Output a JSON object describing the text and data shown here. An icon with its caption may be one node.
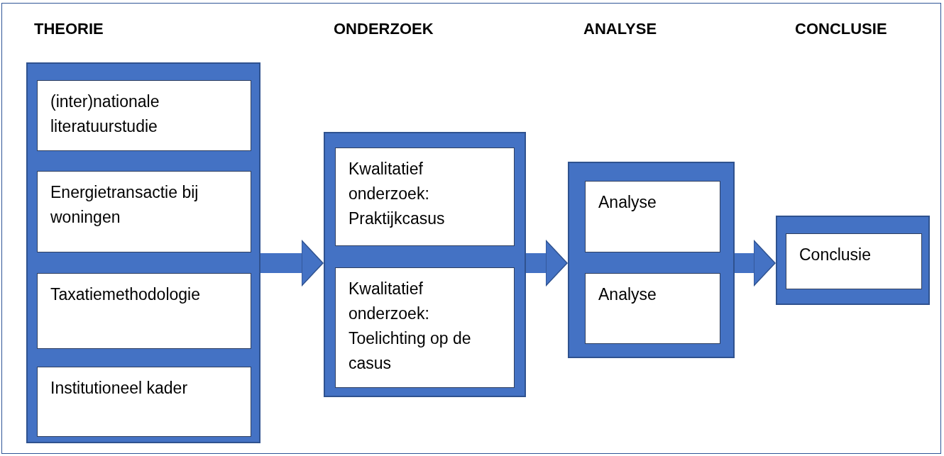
{
  "diagram": {
    "nodes": [
      {
        "text": [],
        "shape": "box"
      },
      {
        "text": [
          "(inter)nationale literatuurstudie"
        ],
        "in": 0
      },
      {
        "text": [
          "Energietransactie bij woningen"
        ],
        "in": 0
      },
      {
        "text": [
          "Taxatiemethodologie"
        ],
        "in": 0
      },
      {
        "text": [
          "Institutioneel kader"
        ],
        "in": 0
      },
      {
        "text": [],
        "shape": "box"
      },
      {
        "text": [
          "Kwalitatief onderzoek: Praktijkcasus"
        ],
        "in": 5
      },
      {
        "text": [
          "Kwalitatief onderzoek: Toelichting op de casus"
        ],
        "in": 5
      },
      {
        "text": [],
        "shape": "box"
      },
      {
        "text": [
          "Analyse"
        ],
        "in": 8
      },
      {
        "text": [
          "Analyse"
        ],
        "in": 8
      },
      {
        "text": [],
        "shape": "box"
      },
      {
        "text": [
          "Conclusie"
        ],
        "in": 11
      }
    ],
    "edges": [
      {
        "from": 0,
        "to": 5,
        "arrow": "to"
      },
      {
        "from": 5,
        "to": 8,
        "arrow": "to"
      },
      {
        "from": 8,
        "to": 11,
        "arrow": "to"
      }
    ],
    "labels": [
      "THEORIE",
      "ONDERZOEK",
      "ANALYSE",
      "CONCLUSIE"
    ]
  }
}
